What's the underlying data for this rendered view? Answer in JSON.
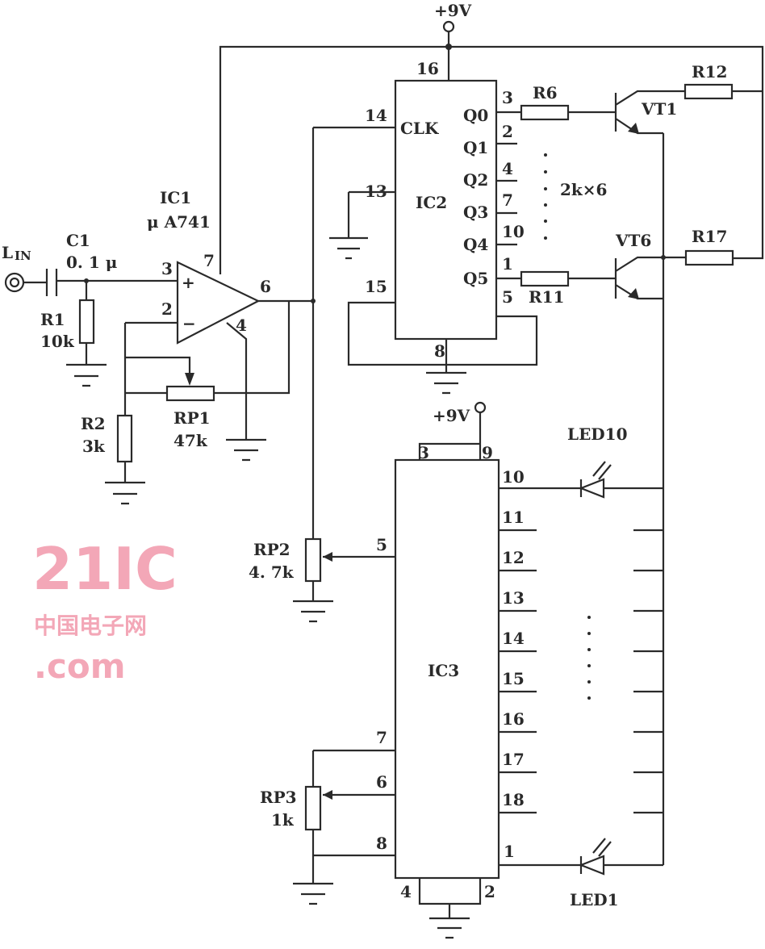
{
  "supply": {
    "top": "+9V",
    "ic3": "+9V"
  },
  "input": {
    "label": "L",
    "sub": "IN"
  },
  "c1": {
    "name": "C1",
    "value": "0. 1 μ"
  },
  "r1": {
    "name": "R1",
    "value": "10k"
  },
  "r2": {
    "name": "R2",
    "value": "3k"
  },
  "rp1": {
    "name": "RP1",
    "value": "47k"
  },
  "rp2": {
    "name": "RP2",
    "value": "4. 7k"
  },
  "rp3": {
    "name": "RP3",
    "value": "1k"
  },
  "ic1": {
    "name": "IC1",
    "part": "μ A741",
    "pins": {
      "p3": "3",
      "p2": "2",
      "p7": "7",
      "p6": "6",
      "p4": "4",
      "plus": "+",
      "minus": "−"
    }
  },
  "ic2": {
    "name": "IC2",
    "clk": "CLK",
    "outputs": [
      "Q0",
      "Q1",
      "Q2",
      "Q3",
      "Q4",
      "Q5"
    ],
    "pins": {
      "p16": "16",
      "p14": "14",
      "p13": "13",
      "p15": "15",
      "p8": "8",
      "p5": "5",
      "out": [
        "3",
        "2",
        "4",
        "7",
        "10",
        "1"
      ]
    }
  },
  "resistors": {
    "r6": "R6",
    "r11": "R11",
    "r12": "R12",
    "r17": "R17",
    "array": "2k×6"
  },
  "transistors": {
    "vt1": "VT1",
    "vt6": "VT6"
  },
  "ic3": {
    "name": "IC3",
    "pins": {
      "p3": "3",
      "p9": "9",
      "p5": "5",
      "p7": "7",
      "p6": "6",
      "p8": "8",
      "p4": "4",
      "p2": "2",
      "p1": "1",
      "outs": [
        "10",
        "11",
        "12",
        "13",
        "14",
        "15",
        "16",
        "17",
        "18"
      ]
    }
  },
  "leds": {
    "top": "LED10",
    "bottom": "LED1"
  },
  "watermark": {
    "big": "21IC",
    "small": "中国电子网",
    ".com": ".com"
  }
}
